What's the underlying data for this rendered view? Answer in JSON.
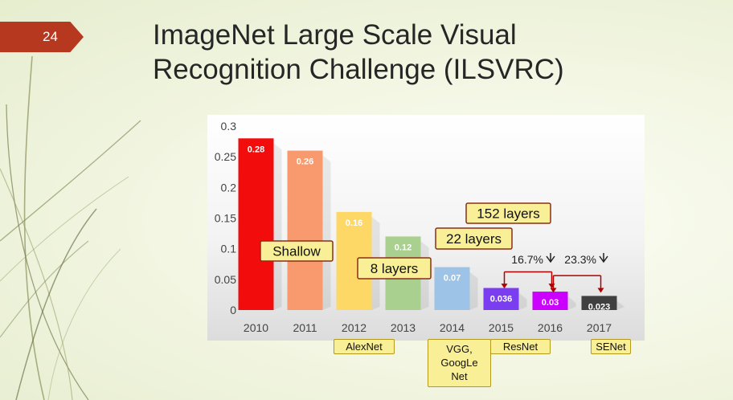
{
  "slide_number": "24",
  "title_lines": [
    "ImageNet Large Scale Visual",
    "Recognition Challenge (ILSVRC)"
  ],
  "chart_data": {
    "type": "bar",
    "categories": [
      "2010",
      "2011",
      "2012",
      "2013",
      "2014",
      "2015",
      "2016",
      "2017"
    ],
    "values": [
      0.28,
      0.26,
      0.16,
      0.12,
      0.07,
      0.036,
      0.03,
      0.023
    ],
    "value_labels": [
      "0.28",
      "0.26",
      "0.16",
      "0.12",
      "0.07",
      "0.036",
      "0.03",
      "0.023"
    ],
    "bar_colors": [
      "#f20c0c",
      "#f99a6e",
      "#fdd867",
      "#a9d08e",
      "#9dc3e6",
      "#7a3df0",
      "#cc00ff",
      "#404040"
    ],
    "ylim": [
      0,
      0.3
    ],
    "yticks": [
      "0",
      "0.05",
      "0.1",
      "0.15",
      "0.2",
      "0.25",
      "0.3"
    ],
    "grid": false,
    "annotations": {
      "shallow": "Shallow",
      "layers_8": "8 layers",
      "layers_22": "22 layers",
      "layers_152": "152 layers",
      "pct_2016": "16.7%",
      "pct_2017": "23.3%"
    }
  },
  "model_tags": {
    "alexnet": "AlexNet",
    "vgg_googlenet": [
      "VGG,",
      "GoogLe",
      "Net"
    ],
    "resnet": "ResNet",
    "senet": "SENet"
  }
}
